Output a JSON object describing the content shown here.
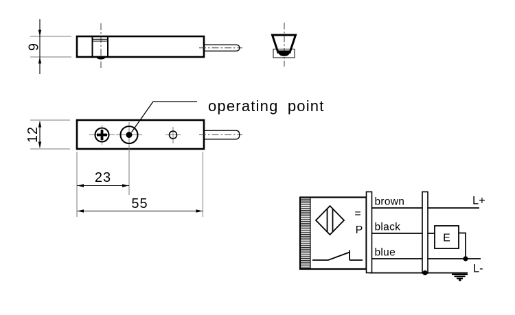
{
  "colors": {
    "ink": "#000000",
    "thin_line": "#787878",
    "background": "#ffffff"
  },
  "views": {
    "side": {
      "height_dim": "9"
    },
    "top": {
      "height_dim": "12",
      "operating_point_offset_dim": "23",
      "length_dim": "55",
      "callout_label": "operating point"
    }
  },
  "wiring": {
    "wire_labels": [
      "brown",
      "black",
      "blue"
    ],
    "supply_positive_label": "L+",
    "supply_negative_label": "L-",
    "load_label": "E",
    "output_type_label": "P",
    "dc_symbol": "="
  }
}
